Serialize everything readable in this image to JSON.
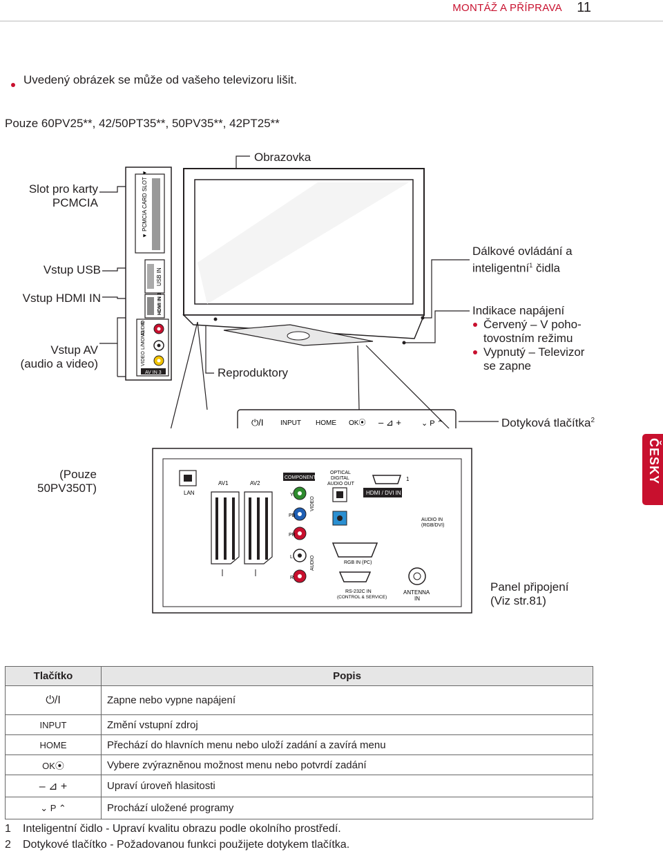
{
  "header": {
    "section_title": "MONTÁŽ A PŘÍPRAVA",
    "page_number": "11"
  },
  "note": "Uvedený obrázek se může od vašeho televizoru lišit.",
  "models": "Pouze 60PV25**, 42/50PT35**, 50PV35**, 42PT25**",
  "callouts": {
    "screen": "Obrazovka",
    "pcmcia": [
      "Slot pro karty",
      "PCMCIA"
    ],
    "usb": "Vstup USB",
    "hdmi": "Vstup HDMI IN",
    "av": [
      "Vstup AV",
      "(audio a video)"
    ],
    "speakers": "Reproduktory",
    "remote": [
      "Dálkové ovládání a",
      "inteligentní",
      "1",
      " čidla"
    ],
    "power_title": "Indikace napájení",
    "power_red": [
      "Červený – V poho-",
      "tovostním režimu"
    ],
    "power_off": [
      "Vypnutý – Televizor",
      "se zapne"
    ],
    "touch": [
      "Dotyková tlačítka",
      "2"
    ],
    "model_only": [
      "(Pouze",
      "50PV350T)"
    ],
    "panel": [
      "Panel připojení",
      "(Viz str.81)"
    ]
  },
  "side_panel_labels": {
    "pcmcia": "▼ PCMCIA CARD SLOT ▼",
    "usb": "USB IN",
    "hdmi": "HDMI IN 3",
    "av": "AV IN 3",
    "video": "VIDEO",
    "lmono": "L/MONO",
    "audio": "AUDIO",
    "r": "R"
  },
  "touch_bar": {
    "power": "⏻/I",
    "input": "INPUT",
    "home": "HOME",
    "ok": "OK⦿",
    "volume": "–  ⊿  +",
    "program": "⌄  P  ⌃"
  },
  "rear_panel_labels": {
    "lan": "LAN",
    "av1": "AV1",
    "av2": "AV2",
    "component": "COMPONENT IN",
    "y": "Y",
    "pb": "PB",
    "pr": "PR",
    "l": "L",
    "r": "R",
    "video": "VIDEO",
    "audio": "AUDIO",
    "optical": [
      "OPTICAL",
      "DIGITAL",
      "AUDIO OUT"
    ],
    "hdmi_dvi": "HDMI / DVI IN",
    "hdmi_num": "1",
    "audio_in": [
      "AUDIO IN",
      "(RGB/DVI)"
    ],
    "rgb": "RGB IN (PC)",
    "rs232": [
      "RS-232C IN",
      "(CONTROL & SERVICE)"
    ],
    "antenna": [
      "ANTENNA",
      "IN"
    ]
  },
  "side_tab": "ČESKY",
  "table": {
    "headers": [
      "Tlačítko",
      "Popis"
    ],
    "rows": [
      {
        "key": "⏻/I",
        "desc": "Zapne nebo vypne napájení"
      },
      {
        "key": "INPUT",
        "desc": "Změní vstupní zdroj"
      },
      {
        "key": "HOME",
        "desc": "Přechází do hlavních menu nebo uloží zadání a zavírá menu"
      },
      {
        "key": "OK⦿",
        "desc": "Vybere zvýrazněnou možnost menu nebo potvrdí zadání"
      },
      {
        "key": "–  ⊿  +",
        "desc": "Upraví úroveň hlasitosti"
      },
      {
        "key": "⌄  P  ⌃",
        "desc": "Prochází uložené programy"
      }
    ]
  },
  "footnotes": [
    {
      "num": "1",
      "text": "Inteligentní čidlo - Upraví kvalitu obrazu podle okolního prostředí."
    },
    {
      "num": "2",
      "text": "Dotykové tlačítko - Požadovanou funkci použijete dotykem tlačítka."
    }
  ],
  "colors": {
    "accent": "#c8102e",
    "line": "#231f20",
    "table_header": "#e6e6e6"
  }
}
